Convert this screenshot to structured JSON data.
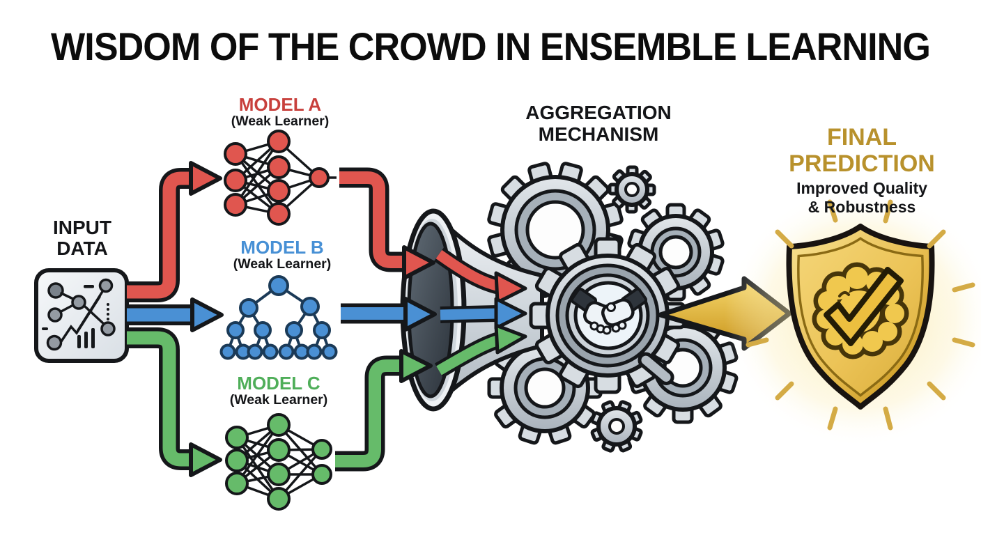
{
  "title": "WISDOM OF THE CROWD IN ENSEMBLE LEARNING",
  "input_data": {
    "line1": "INPUT",
    "line2": "DATA"
  },
  "models": [
    {
      "id": "A",
      "name": "MODEL A",
      "subtitle": "(Weak Learner)",
      "kind": "neural-network",
      "color": "#c8403c"
    },
    {
      "id": "B",
      "name": "MODEL B",
      "subtitle": "(Weak Learner)",
      "kind": "decision-tree",
      "color": "#4790d5"
    },
    {
      "id": "C",
      "name": "MODEL C",
      "subtitle": "(Weak Learner)",
      "kind": "neural-network",
      "color": "#4fae59"
    }
  ],
  "aggregation": {
    "line1": "AGGREGATION",
    "line2": "MECHANISM"
  },
  "final_prediction": {
    "line1": "FINAL",
    "line2": "PREDICTION",
    "subline1": "Improved Quality",
    "subline2": "& Robustness"
  },
  "icons": {
    "input": "input-data-chart-icon",
    "flow": "funnel-icon",
    "aggregation": "gears-icon",
    "consensus": "handshake-icon",
    "inspection": "magnifier-icon",
    "result": "shield-icon",
    "intelligence": "brain-checkmark-icon"
  },
  "colors": {
    "red": "#e0564f",
    "blue": "#4a90d4",
    "green": "#66bb6a",
    "gold": "#e3ae35",
    "gold_text": "#b8912c",
    "ink": "#15171a",
    "gear_light": "#d7dde2",
    "gear_mid": "#c3cad1",
    "gear_dark": "#97a1ab"
  }
}
